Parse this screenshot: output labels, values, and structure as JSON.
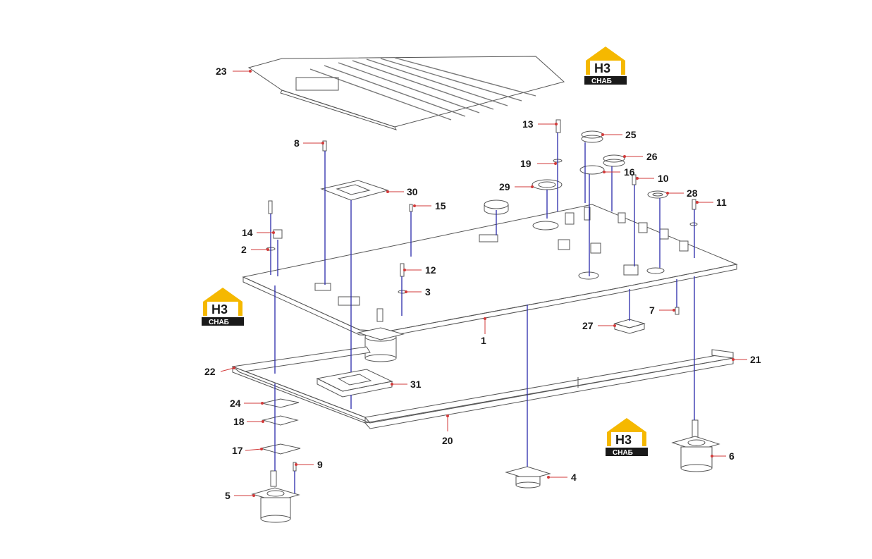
{
  "diagram": {
    "part_labels": [
      "1",
      "2",
      "3",
      "4",
      "5",
      "6",
      "7",
      "8",
      "9",
      "10",
      "11",
      "12",
      "13",
      "14",
      "15",
      "16",
      "17",
      "18",
      "19",
      "20",
      "21",
      "22",
      "23",
      "24",
      "25",
      "26",
      "27",
      "28",
      "29",
      "30",
      "31"
    ],
    "logo": {
      "line1": "H3",
      "line2": "СНАБ",
      "accent": "#f5b800",
      "dark": "#1a1a1a"
    }
  }
}
